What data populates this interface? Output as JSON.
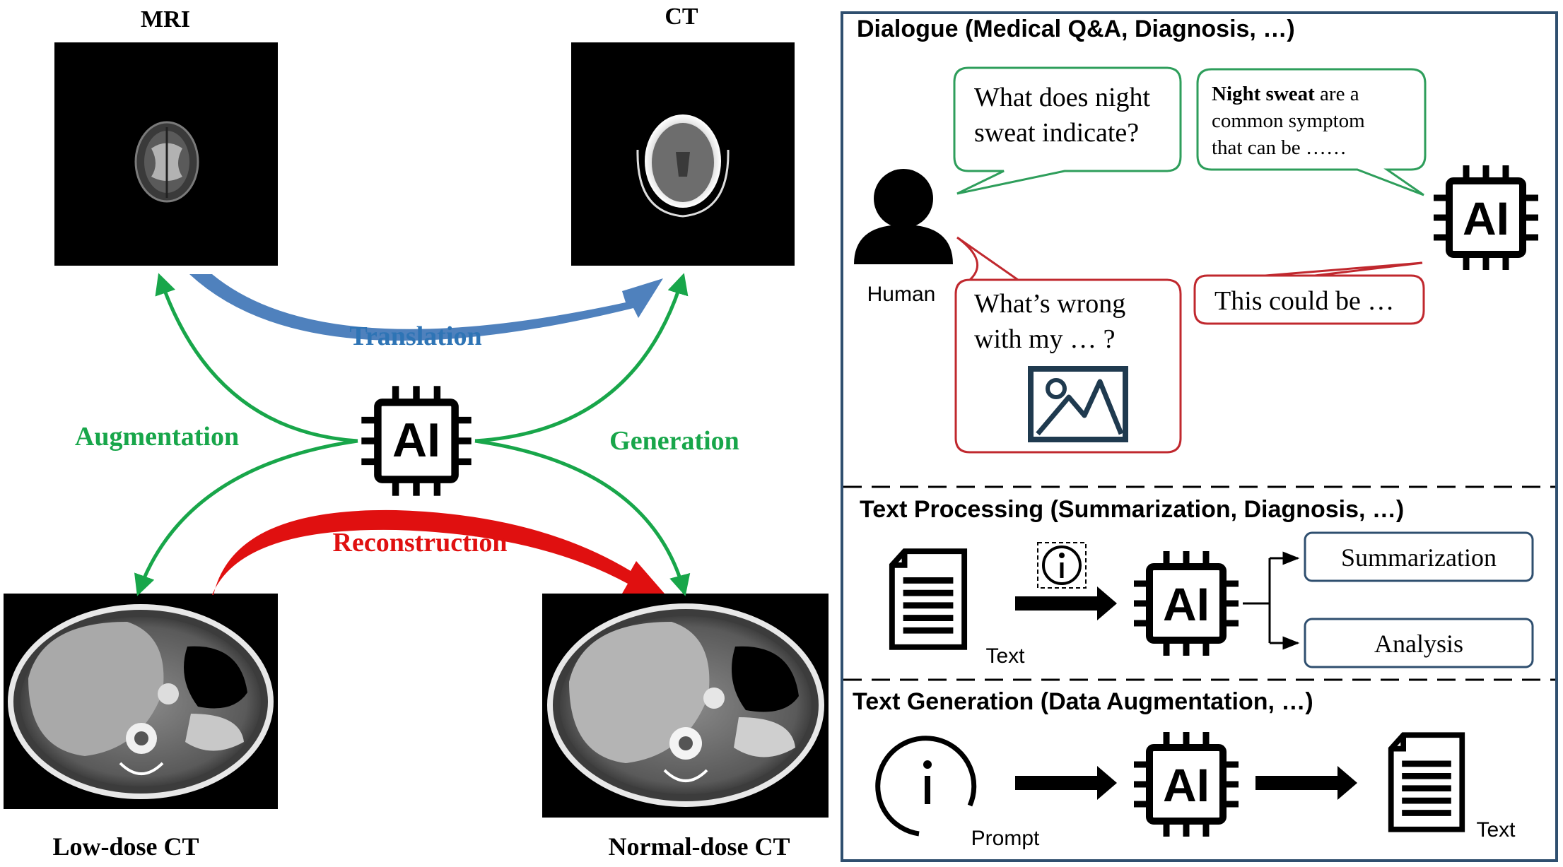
{
  "left_panel": {
    "images": {
      "mri": "MRI",
      "ct": "CT",
      "low_dose_ct": "Low-dose CT",
      "normal_dose_ct": "Normal-dose CT"
    },
    "tasks": {
      "translation": "Translation",
      "augmentation": "Augmentation",
      "generation": "Generation",
      "reconstruction": "Reconstruction"
    },
    "ai_chip_label": "AI",
    "colors": {
      "translation": "#4f81bd",
      "augmentation": "#18a64a",
      "generation": "#18a64a",
      "reconstruction": "#e01010"
    }
  },
  "right_panel": {
    "dialogue": {
      "heading": "Dialogue (Medical Q&A, Diagnosis, …)",
      "human_label": "Human",
      "question_1_line1": "What does night",
      "question_1_line2": "sweat indicate?",
      "answer_1_bold": "Night sweat",
      "answer_1_rest": " are a",
      "answer_1_line2": "common symptom",
      "answer_1_line3": "that can be ……",
      "question_2_line1": "What’s wrong",
      "question_2_line2": "with my … ?",
      "answer_2": "This could be …",
      "ai_label": "AI",
      "colors": {
        "green": "#2e9e5b",
        "red": "#c0282e"
      }
    },
    "text_processing": {
      "heading": "Text Processing (Summarization, Diagnosis, …)",
      "input_label": "Text",
      "ai_label": "AI",
      "outputs": [
        "Summarization",
        "Analysis"
      ]
    },
    "text_generation": {
      "heading": "Text Generation (Data Augmentation, …)",
      "prompt_label": "Prompt",
      "ai_label": "AI",
      "output_label": "Text"
    }
  }
}
